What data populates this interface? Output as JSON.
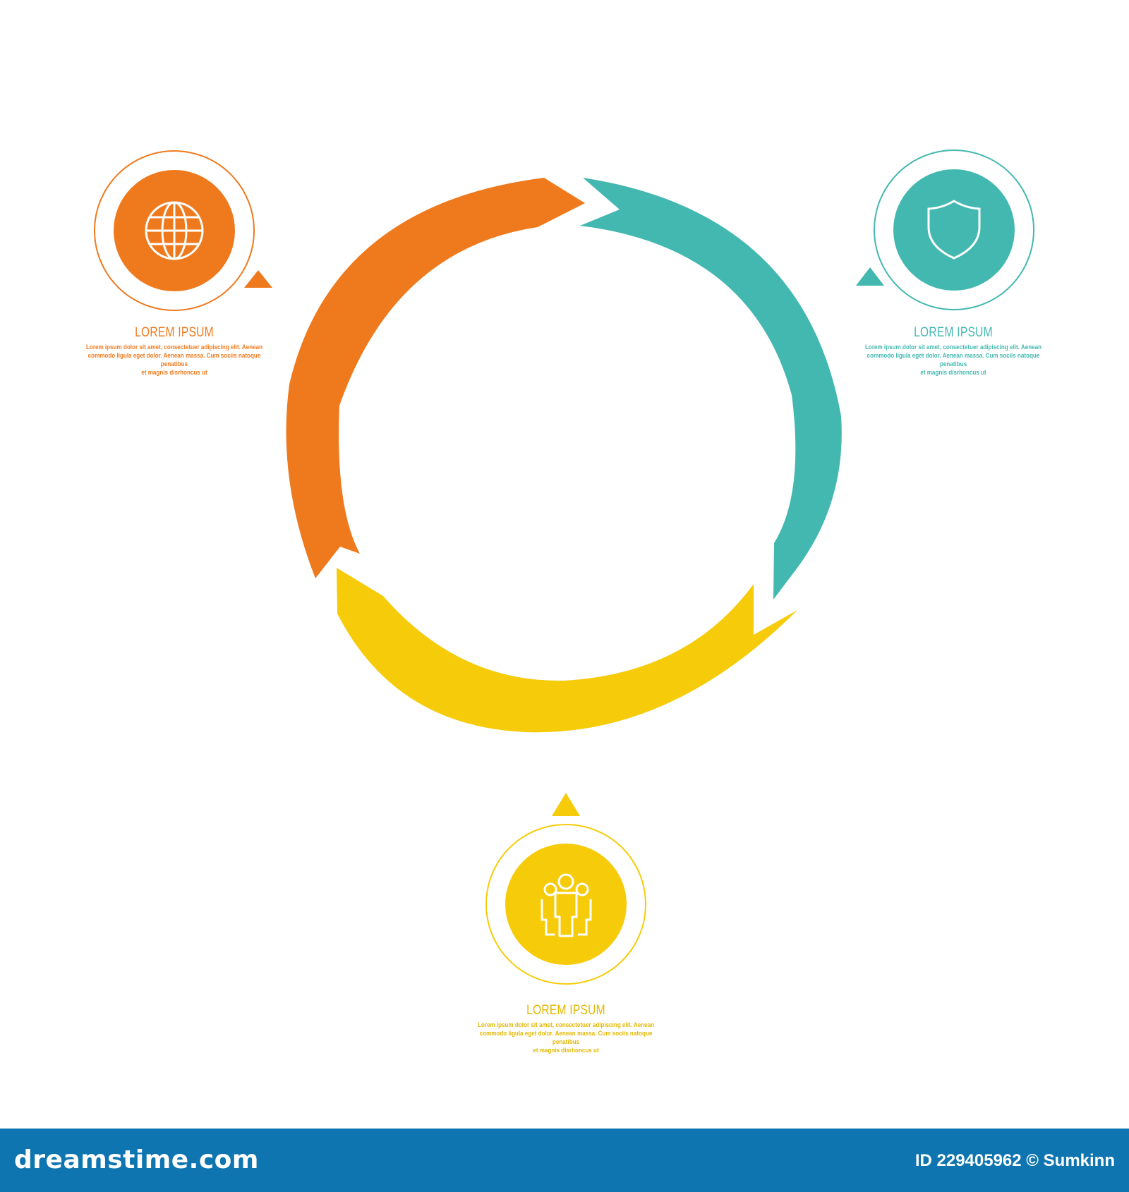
{
  "colors": {
    "orange": "#ef7a1e",
    "teal": "#43b8b0",
    "yellow": "#f6cb0a",
    "footer": "#0e75b1"
  },
  "steps": [
    {
      "id": "orange",
      "icon": "globe-icon",
      "title": "LOREM IPSUM",
      "body": [
        "Lorem ipsum dolor sit amet, consectetuer adipiscing elit. Aenean",
        "commodo ligula eget dolor. Aenean massa. Cum sociis natoque penatibus",
        "et magnis disrhoncus ut"
      ]
    },
    {
      "id": "teal",
      "icon": "shield-icon",
      "title": "LOREM IPSUM",
      "body": [
        "Lorem ipsum dolor sit amet, consectetuer adipiscing elit. Aenean",
        "commodo ligula eget dolor. Aenean massa. Cum sociis natoque penatibus",
        "et magnis disrhoncus ut"
      ]
    },
    {
      "id": "yellow",
      "icon": "people-icon",
      "title": "LOREM IPSUM",
      "body": [
        "Lorem ipsum dolor sit amet, consectetuer adipiscing elit. Aenean",
        "commodo ligula eget dolor. Aenean massa. Cum sociis natoque penatibus",
        "et magnis disrhoncus ut"
      ]
    }
  ],
  "footer": {
    "brand": "dreamstime.com",
    "id_text": "ID 229405962 © Sumkinn"
  }
}
